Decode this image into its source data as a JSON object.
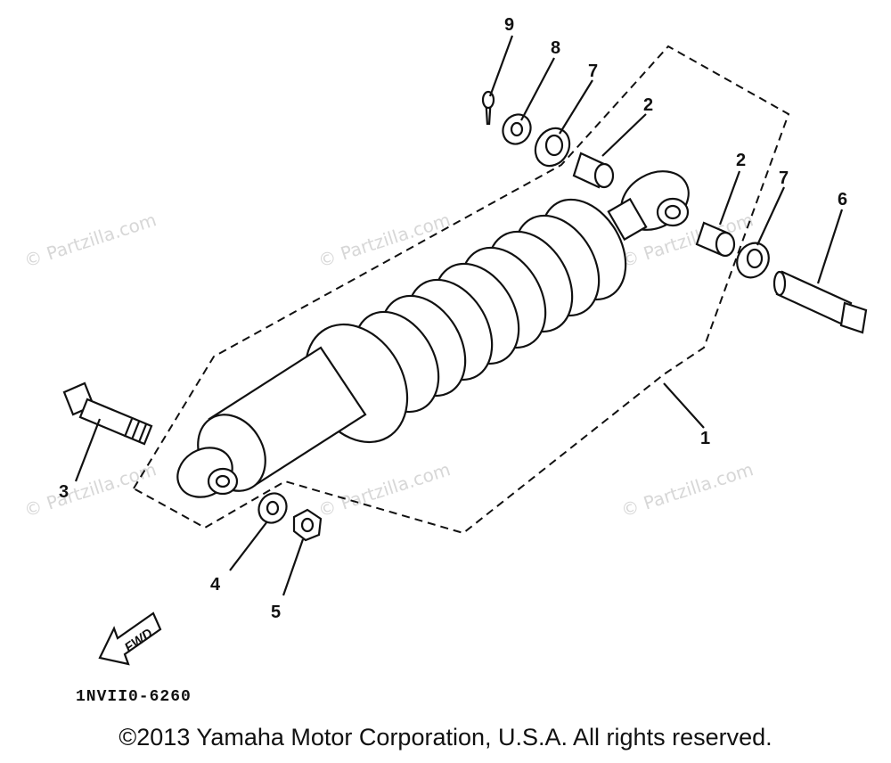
{
  "watermark": "© Partzilla.com",
  "callouts": [
    {
      "id": "9",
      "label": "9"
    },
    {
      "id": "8",
      "label": "8"
    },
    {
      "id": "7a",
      "label": "7"
    },
    {
      "id": "2a",
      "label": "2"
    },
    {
      "id": "2b",
      "label": "2"
    },
    {
      "id": "7b",
      "label": "7"
    },
    {
      "id": "6",
      "label": "6"
    },
    {
      "id": "1",
      "label": "1"
    },
    {
      "id": "3",
      "label": "3"
    },
    {
      "id": "4",
      "label": "4"
    },
    {
      "id": "5",
      "label": "5"
    }
  ],
  "fwd_label": "FWD",
  "diagram_code": "1NVII0-6260",
  "copyright": "©2013 Yamaha Motor Corporation, U.S.A. All rights reserved."
}
